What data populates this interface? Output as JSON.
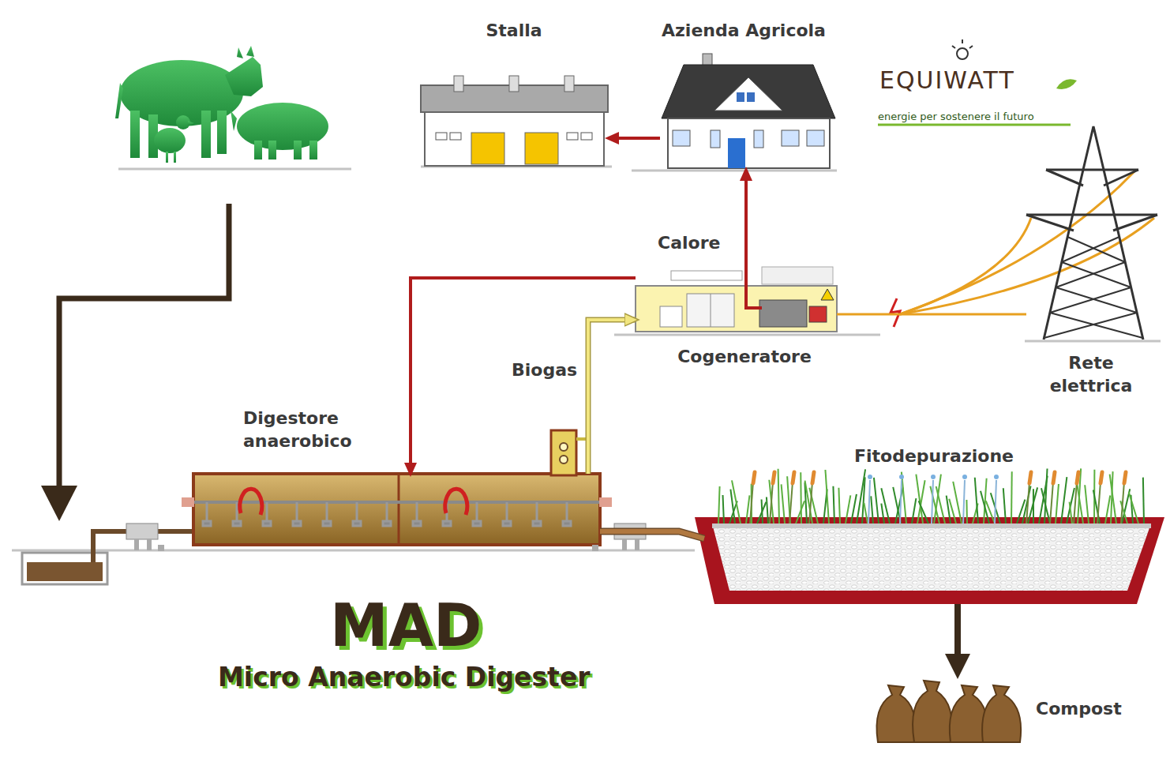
{
  "diagram": {
    "title": "MAD",
    "nodes": [
      {
        "text": [
          "Stalla"
        ]
      },
      {
        "text": [
          "Azienda Agricola"
        ]
      },
      {
        "text": [
          "Cogeneratore"
        ]
      },
      {
        "text": [
          "Digestore anaerobico"
        ]
      },
      {
        "text": [
          "Fitodepurazione"
        ]
      },
      {
        "text": [
          "Rete elettrica"
        ]
      },
      {
        "text": [
          "Compost"
        ]
      }
    ],
    "edges": [
      {
        "from": 1,
        "to": 0,
        "arrow": "to"
      },
      {
        "from": 2,
        "to": 1,
        "label": "Calore",
        "arrow": "to"
      },
      {
        "from": 2,
        "to": 3,
        "arrow": "to"
      },
      {
        "from": 3,
        "to": 2,
        "label": "Biogas",
        "arrow": "to"
      },
      {
        "from": 2,
        "to": 5,
        "arrow": "none"
      },
      {
        "from": 3,
        "to": 4,
        "arrow": "none"
      },
      {
        "from": 4,
        "to": 6,
        "arrow": "to"
      }
    ],
    "labels": [
      "Micro Anaerobic Digester",
      "EQUIWATT",
      "energie per sostenere il futuro"
    ]
  }
}
